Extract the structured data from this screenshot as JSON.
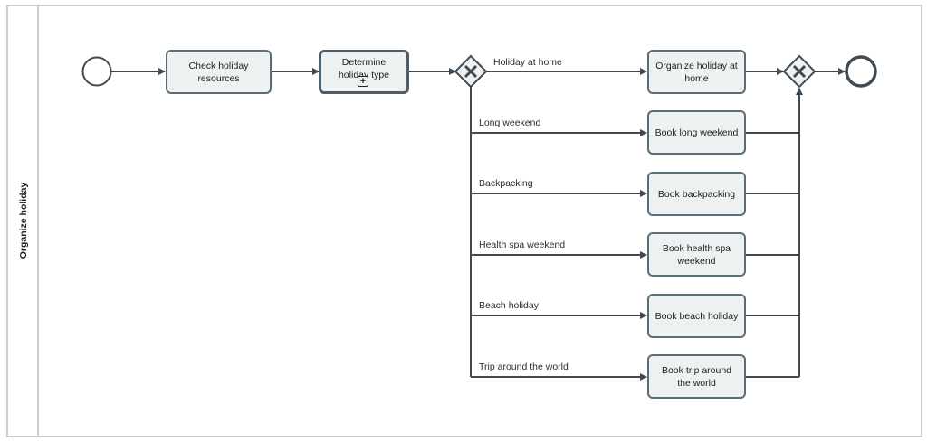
{
  "pool": {
    "lane_label": "Organize holiday"
  },
  "tasks": {
    "check_resources": "Check holiday resources",
    "determine_type": "Determine holiday type",
    "organize_home": "Organize holiday at home",
    "book_long_weekend": "Book long weekend",
    "book_backpacking": "Book backpacking",
    "book_health_spa": "Book health spa weekend",
    "book_beach": "Book beach holiday",
    "book_trip_world": "Book trip around the world"
  },
  "flows": {
    "holiday_at_home": "Holiday at home",
    "long_weekend": "Long weekend",
    "backpacking": "Backpacking",
    "health_spa_weekend": "Health spa weekend",
    "beach_holiday": "Beach holiday",
    "trip_around_world": "Trip around the world"
  },
  "icons": {
    "subprocess_marker": "+",
    "gateway": "exclusive-gateway-x"
  },
  "colors": {
    "stroke": "#3f4a52",
    "task_fill": "#eef1f2",
    "task_border": "#5a6e7a"
  }
}
